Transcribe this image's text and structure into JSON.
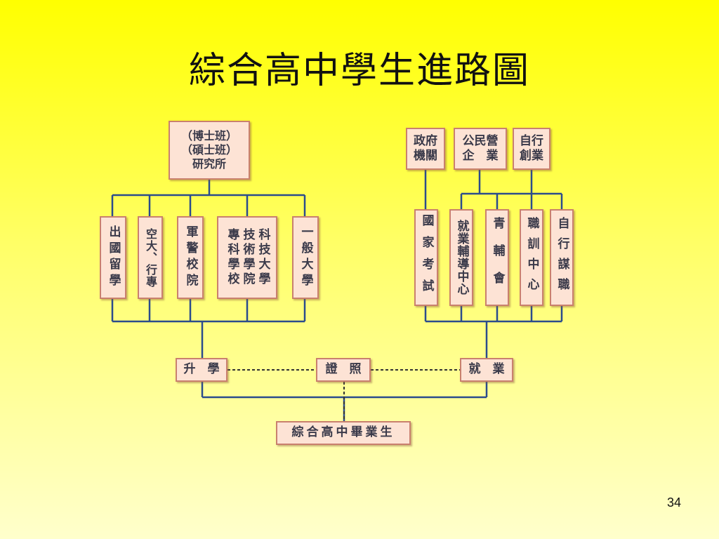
{
  "title": "綜合高中學生進路圖",
  "page_number": "34",
  "nodes": {
    "graduate": "綜合高中畢業生",
    "further_study": "升　學",
    "license": "證　照",
    "employment": "就　業",
    "grad_school": "（博士班）\n（碩士班）\n研究所",
    "study_abroad": "出國留學",
    "open_univ": "空大、行專",
    "military": "軍警校院",
    "tech_col1": "專科學校",
    "tech_col2": "技術學院",
    "tech_col3": "科技大學",
    "general_univ": "一般大學",
    "gov": "政府\n機關",
    "enterprise": "公民營\n企　業",
    "self_employ": "自行\n創業",
    "exam": "國家考試",
    "job_center": "就業輔導中心",
    "youth": "青輔會",
    "training": "職訓中心",
    "self_seek": "自行謀職"
  }
}
